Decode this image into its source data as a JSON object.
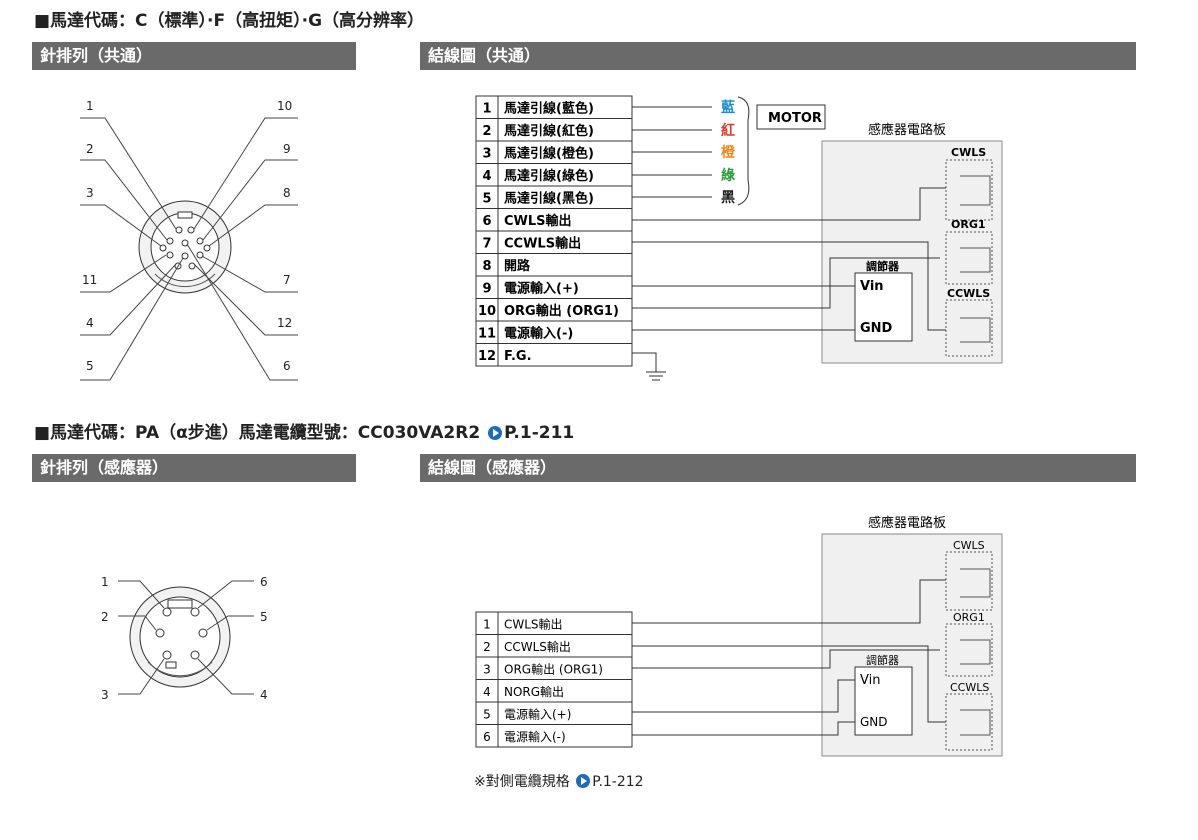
{
  "section1": {
    "heading_prefix": "■",
    "heading": "馬達代碼：C（標準）·F（高扭矩）·G（高分辨率）",
    "pin_bar": "針排列（共通）",
    "wiring_bar": "結線圖（共通）",
    "pins": {
      "left": [
        "1",
        "2",
        "3",
        "11",
        "4",
        "5"
      ],
      "right": [
        "10",
        "9",
        "8",
        "7",
        "12",
        "6"
      ]
    },
    "table": [
      {
        "no": "1",
        "label": "馬達引線(藍色)"
      },
      {
        "no": "2",
        "label": "馬達引線(紅色)"
      },
      {
        "no": "3",
        "label": "馬達引線(橙色)"
      },
      {
        "no": "4",
        "label": "馬達引線(綠色)"
      },
      {
        "no": "5",
        "label": "馬達引線(黑色)"
      },
      {
        "no": "6",
        "label": "CWLS輸出"
      },
      {
        "no": "7",
        "label": "CCWLS輸出"
      },
      {
        "no": "8",
        "label": "開路"
      },
      {
        "no": "9",
        "label": "電源輸入(+)"
      },
      {
        "no": "10",
        "label": "ORG輸出 (ORG1)"
      },
      {
        "no": "11",
        "label": "電源輸入(-)"
      },
      {
        "no": "12",
        "label": "F.G."
      }
    ],
    "wire_colors": [
      {
        "label": "藍",
        "color": "#1a8fd0"
      },
      {
        "label": "紅",
        "color": "#e03a2a"
      },
      {
        "label": "橙",
        "color": "#f08a1c"
      },
      {
        "label": "綠",
        "color": "#2a9a3a"
      },
      {
        "label": "黑",
        "color": "#1a1a1a"
      }
    ],
    "motor_label": "MOTOR",
    "board_title": "感應器電路板",
    "regulator": "調節器",
    "vin": "Vin",
    "gnd": "GND",
    "sensors": [
      "CWLS",
      "ORG1",
      "CCWLS"
    ]
  },
  "section2": {
    "heading_prefix": "■",
    "heading": "馬達代碼：PA（α步進）馬達電纜型號：CC030VA2R2",
    "link": "P.1-211",
    "pin_bar": "針排列（感應器）",
    "wiring_bar": "結線圖（感應器）",
    "pins": {
      "left": [
        "1",
        "2",
        "3"
      ],
      "right": [
        "6",
        "5",
        "4"
      ]
    },
    "table": [
      {
        "no": "1",
        "label": "CWLS輸出"
      },
      {
        "no": "2",
        "label": "CCWLS輸出"
      },
      {
        "no": "3",
        "label": "ORG輸出 (ORG1)"
      },
      {
        "no": "4",
        "label": "NORG輸出"
      },
      {
        "no": "5",
        "label": "電源輸入(+)"
      },
      {
        "no": "6",
        "label": "電源輸入(-)"
      }
    ],
    "board_title": "感應器電路板",
    "regulator": "調節器",
    "vin": "Vin",
    "gnd": "GND",
    "sensors": [
      "CWLS",
      "ORG1",
      "CCWLS"
    ],
    "note_prefix": "※對側電纜規格",
    "note_link": "P.1-212"
  }
}
